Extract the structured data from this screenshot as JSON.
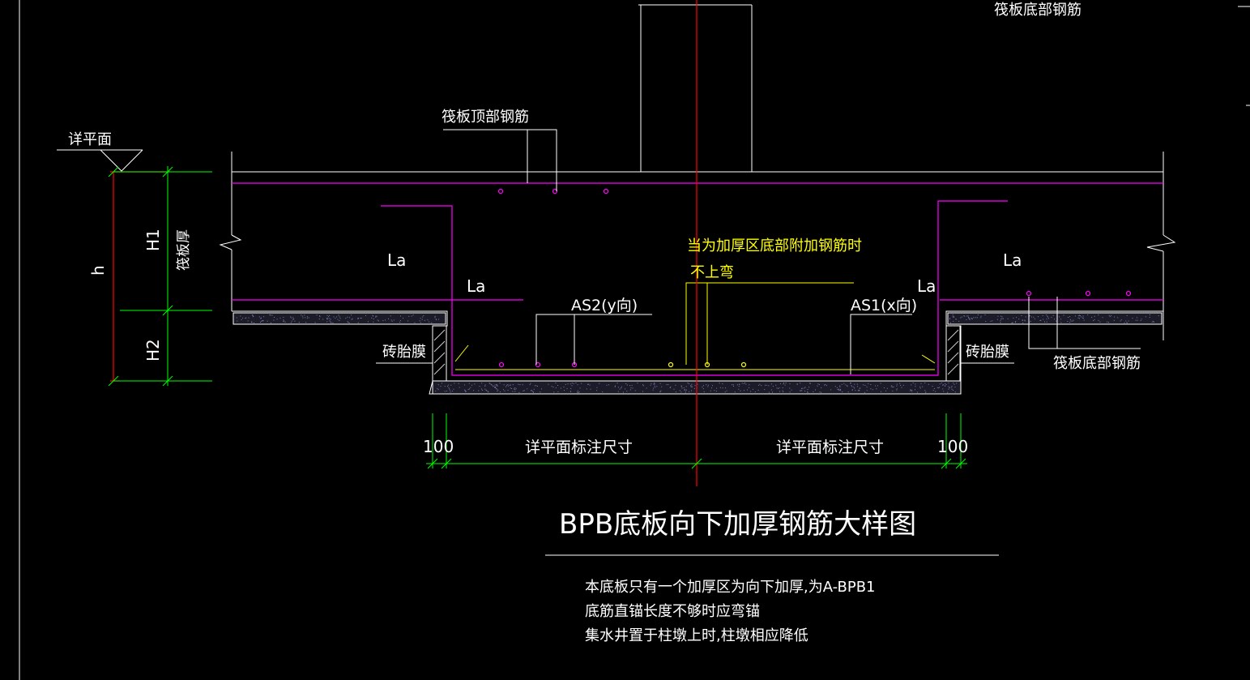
{
  "colors": {
    "background": "#000000",
    "line": "#ffffff",
    "rebar": "#ff00ff",
    "axis": "#ff0000",
    "dimension": "#00ff00",
    "note": "#ffff00",
    "text": "#ffffff"
  },
  "labels": {
    "top_rebar_right": "筏板底部钢筋",
    "top_rebar": "筏板顶部钢筋",
    "level_mark": "详平面",
    "h": "h",
    "h1": "H1",
    "h2": "H2",
    "raft_thickness": "筏板厚",
    "la_left_upper": "La",
    "la_left_lower": "La",
    "la_right_lower": "La",
    "la_right_upper": "La",
    "note_line1": "当为加厚区底部附加钢筋时",
    "note_line2": "不上弯",
    "as2": "AS2(y向)",
    "as1": "AS1(x向)",
    "brick_left": "砖胎膜",
    "brick_right": "砖胎膜",
    "bottom_rebar": "筏板底部钢筋",
    "dim_100_left": "100",
    "dim_detail_left": "详平面标注尺寸",
    "dim_detail_right": "详平面标注尺寸",
    "dim_100_right": "100"
  },
  "title": "BPB底板向下加厚钢筋大样图",
  "notes": [
    "本底板只有一个加厚区为向下加厚,为A-BPB1",
    "底筋直锚长度不够时应弯锚",
    "集水井置于柱墩上时,柱墩相应降低"
  ]
}
